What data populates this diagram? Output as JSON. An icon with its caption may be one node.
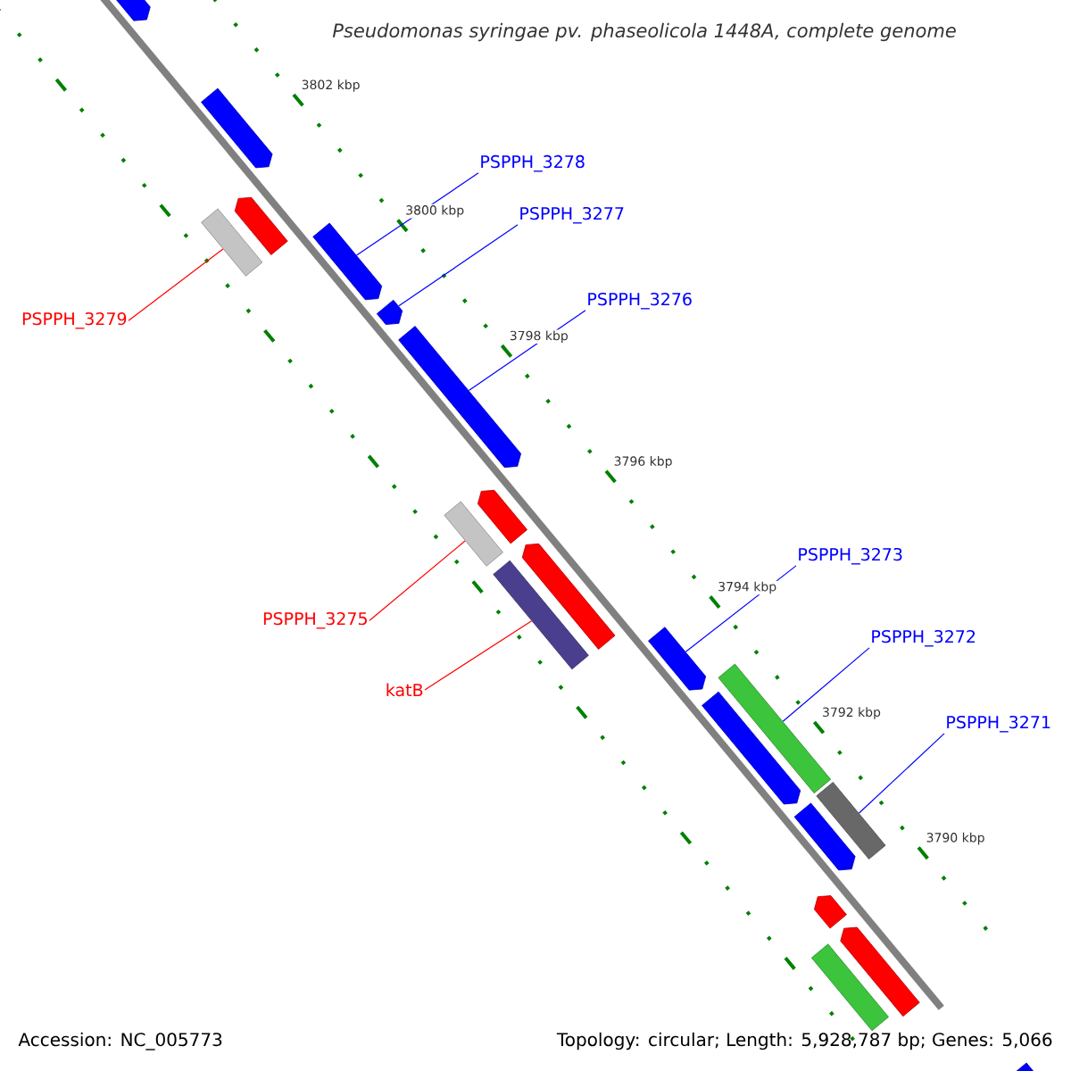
{
  "diagram": {
    "title": "Pseudomonas syringae pv. phaseolicola 1448A, complete genome",
    "nodes": [
      {
        "text": [
          "PSPPH_3278"
        ]
      },
      {
        "text": [
          "PSPPH_3277"
        ]
      },
      {
        "text": [
          "PSPPH_3279"
        ]
      },
      {
        "text": [
          "PSPPH_3276"
        ]
      },
      {
        "text": [
          "PSPPH_3273"
        ]
      },
      {
        "text": [
          "PSPPH_3275"
        ]
      },
      {
        "text": [
          "PSPPH_3272"
        ]
      },
      {
        "text": [
          "katB"
        ]
      },
      {
        "text": [
          "PSPPH_3271"
        ]
      },
      {
        "text": [],
        "shape": "bar"
      },
      {
        "text": [],
        "shape": "bar"
      },
      {
        "text": [],
        "shape": "bar"
      },
      {
        "text": [],
        "shape": "bar"
      },
      {
        "text": [],
        "shape": "bar"
      },
      {
        "text": [],
        "shape": "bar"
      },
      {
        "text": [],
        "shape": "bar"
      },
      {
        "text": [],
        "shape": "bar"
      },
      {
        "text": [],
        "shape": "bar"
      },
      {
        "text": [],
        "shape": "bar"
      },
      {
        "text": [],
        "shape": "bar"
      },
      {
        "text": [],
        "shape": "bar"
      },
      {
        "text": [],
        "shape": "bar"
      },
      {
        "text": [],
        "shape": "bar"
      },
      {
        "text": [],
        "shape": "bar"
      },
      {
        "text": [],
        "shape": "bar"
      },
      {
        "text": [],
        "shape": "bar"
      },
      {
        "text": [],
        "shape": "bar"
      },
      {
        "text": [],
        "shape": "bar"
      },
      {
        "text": [],
        "shape": "bar"
      }
    ],
    "edges": [
      {
        "from": 0,
        "to": 13,
        "arrow": "none"
      },
      {
        "from": 1,
        "to": 14,
        "arrow": "none"
      },
      {
        "from": 2,
        "to": 11,
        "arrow": "none",
        "color": "#ff0000"
      },
      {
        "from": 3,
        "to": 15,
        "arrow": "none"
      },
      {
        "from": 4,
        "to": 20,
        "arrow": "none"
      },
      {
        "from": 5,
        "to": 16,
        "arrow": "none",
        "color": "#ff0000"
      },
      {
        "from": 6,
        "to": 21,
        "arrow": "none"
      },
      {
        "from": 7,
        "to": 18,
        "arrow": "none",
        "color": "#ff0000"
      },
      {
        "from": 8,
        "to": 24,
        "arrow": "none"
      }
    ],
    "labels": [
      "3802 kbp",
      "3800 kbp",
      "3798 kbp",
      "3796 kbp",
      "3794 kbp",
      "3792 kbp",
      "3790 kbp",
      "Accession: NC_005773",
      "Topology: circular; Length: 5,928,787 bp; Genes: 5,066"
    ]
  }
}
